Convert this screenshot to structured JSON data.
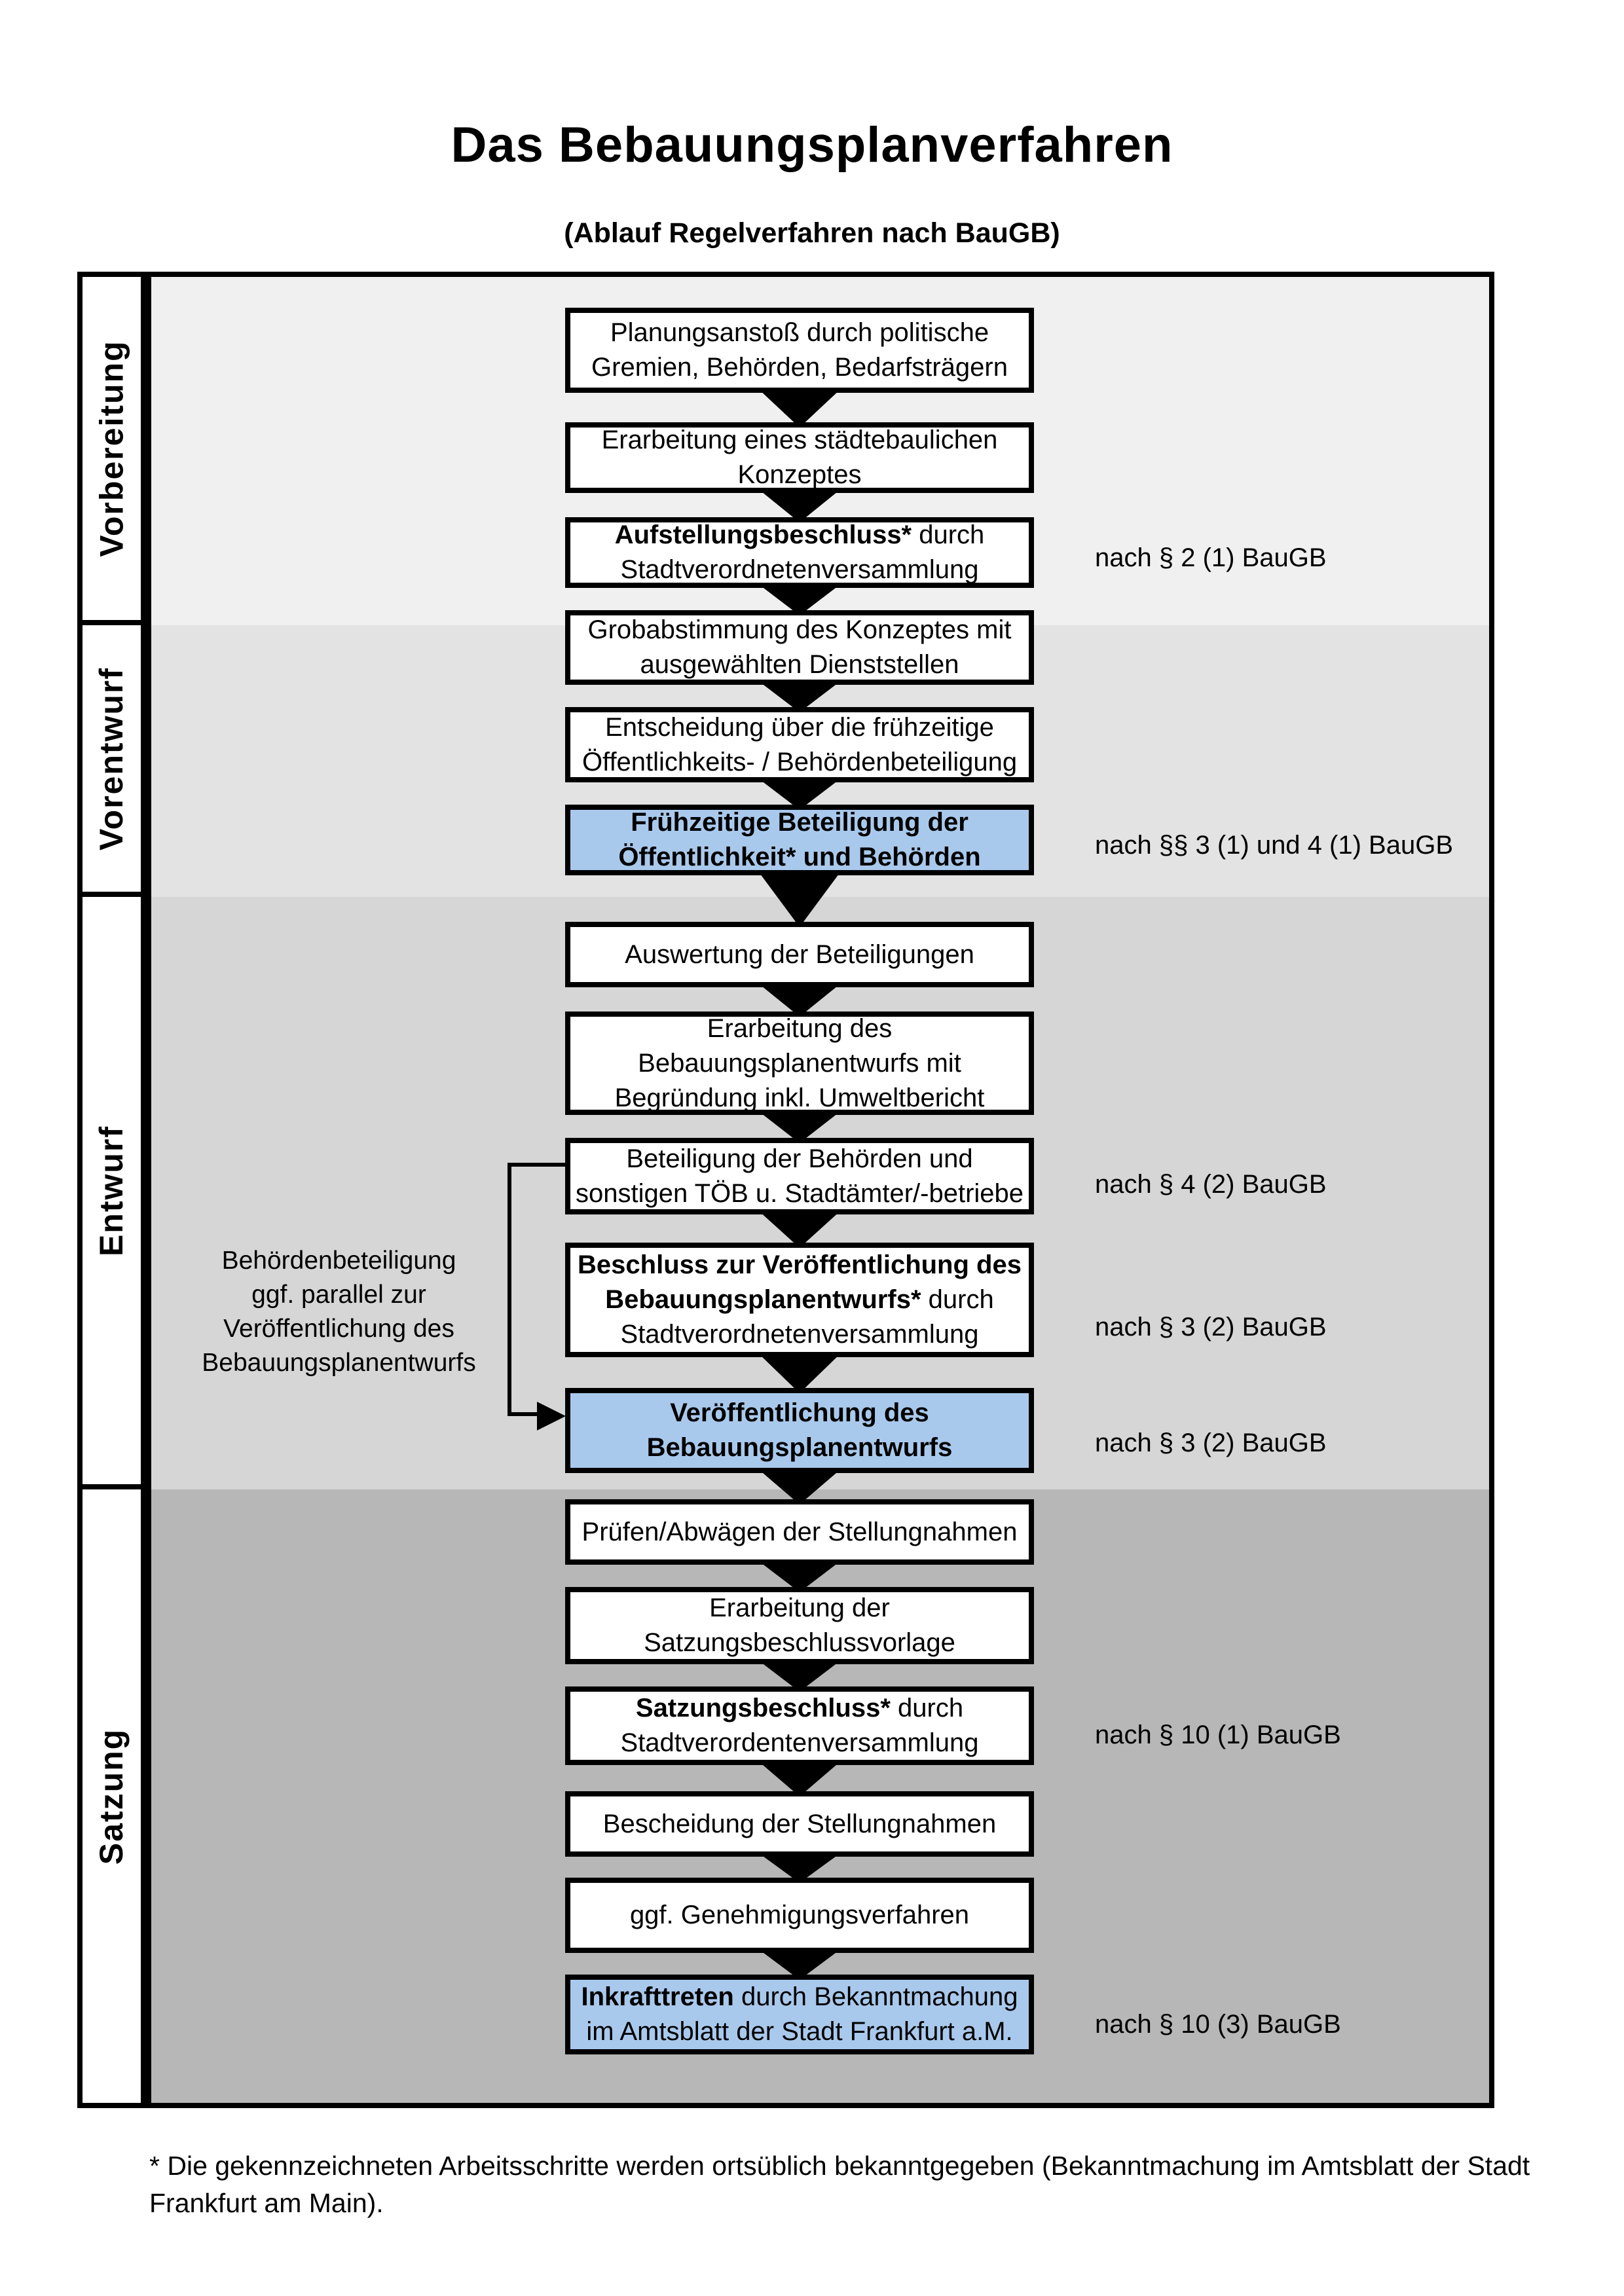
{
  "title": "Das Bebauungsplanverfahren",
  "subtitle": "(Ablauf Regelverfahren nach BauGB)",
  "colors": {
    "phase_backgrounds": [
      "#f0f0f0",
      "#e3e3e3",
      "#d6d6d6",
      "#b7b7b7"
    ],
    "highlight_box_background": "#a9c9ec",
    "box_background": "#ffffff",
    "border": "#000000"
  },
  "phases": [
    {
      "label": "Vorbereitung"
    },
    {
      "label": "Vorentwurf"
    },
    {
      "label": "Entwurf"
    },
    {
      "label": "Satzung"
    }
  ],
  "flow": {
    "boxes": [
      {
        "highlighted": false,
        "reference": "",
        "lines": [
          [
            {
              "t": "Planungsanstoß durch politische",
              "b": false
            }
          ],
          [
            {
              "t": "Gremien, Behörden, Bedarfsträgern",
              "b": false
            }
          ]
        ]
      },
      {
        "highlighted": false,
        "reference": "",
        "lines": [
          [
            {
              "t": "Erarbeitung eines städtebaulichen",
              "b": false
            }
          ],
          [
            {
              "t": "Konzeptes",
              "b": false
            }
          ]
        ]
      },
      {
        "highlighted": false,
        "reference": "nach § 2 (1) BauGB",
        "lines": [
          [
            {
              "t": "Aufstellungsbeschluss*",
              "b": true
            },
            {
              "t": " durch",
              "b": false
            }
          ],
          [
            {
              "t": "Stadtverordnetenversammlung",
              "b": false
            }
          ]
        ]
      },
      {
        "highlighted": false,
        "reference": "",
        "lines": [
          [
            {
              "t": "Grobabstimmung des Konzeptes mit",
              "b": false
            }
          ],
          [
            {
              "t": "ausgewählten Dienststellen",
              "b": false
            }
          ]
        ]
      },
      {
        "highlighted": false,
        "reference": "",
        "lines": [
          [
            {
              "t": "Entscheidung über die frühzeitige",
              "b": false
            }
          ],
          [
            {
              "t": "Öffentlichkeits- / Behördenbeteiligung",
              "b": false
            }
          ]
        ]
      },
      {
        "highlighted": true,
        "reference": "nach §§ 3 (1) und 4 (1) BauGB",
        "lines": [
          [
            {
              "t": "Frühzeitige Beteiligung der",
              "b": true
            }
          ],
          [
            {
              "t": "Öffentlichkeit* und Behörden",
              "b": true
            }
          ]
        ]
      },
      {
        "highlighted": false,
        "reference": "",
        "lines": [
          [
            {
              "t": "Auswertung der Beteiligungen",
              "b": false
            }
          ]
        ]
      },
      {
        "highlighted": false,
        "reference": "",
        "lines": [
          [
            {
              "t": "Erarbeitung des",
              "b": false
            }
          ],
          [
            {
              "t": "Bebauungsplanentwurfs mit",
              "b": false
            }
          ],
          [
            {
              "t": "Begründung inkl. Umweltbericht",
              "b": false
            }
          ]
        ]
      },
      {
        "highlighted": false,
        "reference": "nach § 4 (2) BauGB",
        "lines": [
          [
            {
              "t": "Beteiligung der Behörden und",
              "b": false
            }
          ],
          [
            {
              "t": "sonstigen TÖB u. Stadtämter/-betriebe",
              "b": false
            }
          ]
        ]
      },
      {
        "highlighted": false,
        "reference": "nach § 3 (2) BauGB",
        "lines": [
          [
            {
              "t": "Beschluss zur Veröffentlichung des",
              "b": true
            }
          ],
          [
            {
              "t": "Bebauungsplanentwurfs*",
              "b": true
            },
            {
              "t": " durch",
              "b": false
            }
          ],
          [
            {
              "t": "Stadtverordnetenversammlung",
              "b": false
            }
          ]
        ]
      },
      {
        "highlighted": true,
        "reference": "nach § 3 (2) BauGB",
        "lines": [
          [
            {
              "t": "Veröffentlichung des",
              "b": true
            }
          ],
          [
            {
              "t": "Bebauungsplanentwurfs",
              "b": true
            }
          ]
        ]
      },
      {
        "highlighted": false,
        "reference": "",
        "lines": [
          [
            {
              "t": "Prüfen/Abwägen der Stellungnahmen",
              "b": false
            }
          ]
        ]
      },
      {
        "highlighted": false,
        "reference": "",
        "lines": [
          [
            {
              "t": "Erarbeitung der",
              "b": false
            }
          ],
          [
            {
              "t": "Satzungsbeschlussvorlage",
              "b": false
            }
          ]
        ]
      },
      {
        "highlighted": false,
        "reference": "nach § 10 (1) BauGB",
        "lines": [
          [
            {
              "t": "Satzungsbeschluss*",
              "b": true
            },
            {
              "t": " durch",
              "b": false
            }
          ],
          [
            {
              "t": "Stadtverordentenversammlung",
              "b": false
            }
          ]
        ]
      },
      {
        "highlighted": false,
        "reference": "",
        "lines": [
          [
            {
              "t": "Bescheidung der Stellungnahmen",
              "b": false
            }
          ]
        ]
      },
      {
        "highlighted": false,
        "reference": "",
        "lines": [
          [
            {
              "t": "ggf. Genehmigungsverfahren",
              "b": false
            }
          ]
        ]
      },
      {
        "highlighted": true,
        "reference": "nach § 10 (3) BauGB",
        "lines": [
          [
            {
              "t": "Inkrafttreten",
              "b": true
            },
            {
              "t": " durch Bekanntmachung",
              "b": false
            }
          ],
          [
            {
              "t": "im Amtsblatt der Stadt Frankfurt a.M.",
              "b": false
            }
          ]
        ]
      }
    ]
  },
  "side_note": {
    "lines": [
      "Behördenbeteiligung",
      "ggf. parallel zur",
      "Veröffentlichung des",
      "Bebauungsplanentwurfs"
    ]
  },
  "footnote": {
    "lines": [
      "* Die gekennzeichneten Arbeitsschritte werden ortsüblich bekanntgegeben (Bekanntmachung im Amtsblatt  der Stadt",
      "Frankfurt am Main)."
    ]
  }
}
